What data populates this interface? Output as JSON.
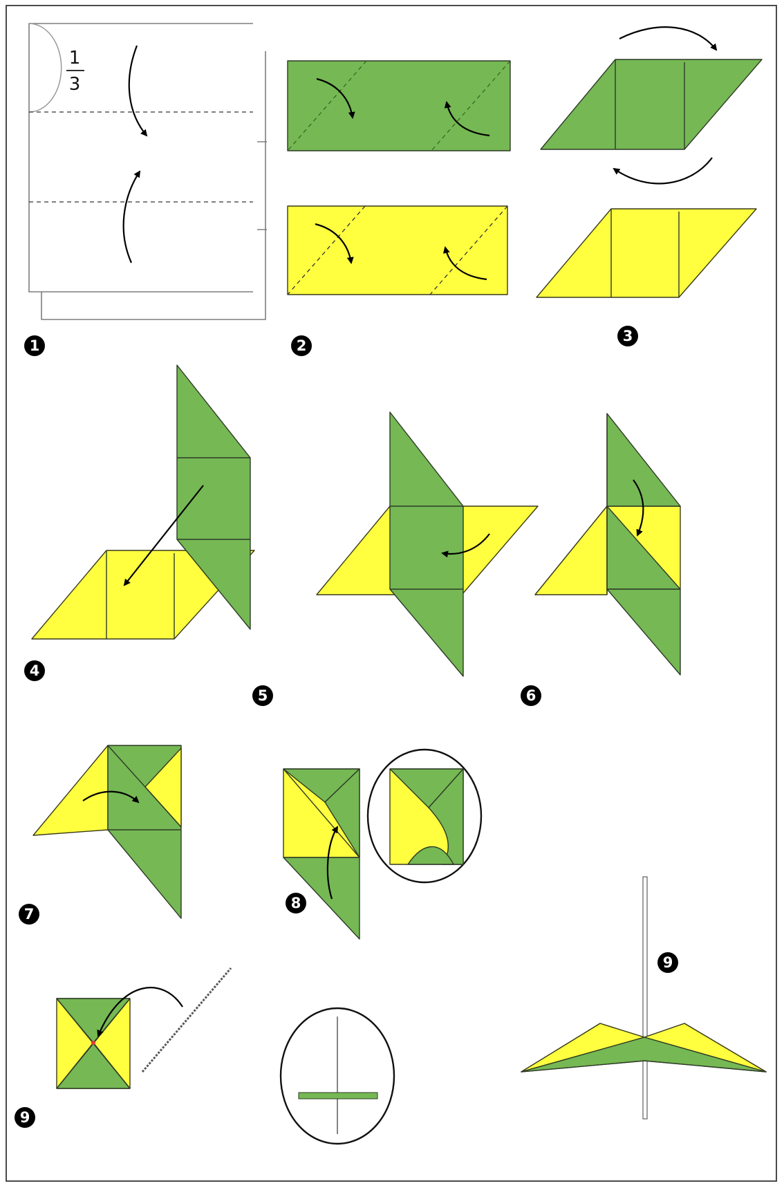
{
  "colors": {
    "paper_front": "#75b854",
    "paper_back": "#ffff40",
    "outline": "#2d3a26",
    "frame": "#4a4a4a"
  },
  "fraction": {
    "numerator": "1",
    "denominator": "3"
  },
  "steps": [
    {
      "id": "step-1",
      "label": "1"
    },
    {
      "id": "step-2",
      "label": "2"
    },
    {
      "id": "step-3",
      "label": "3"
    },
    {
      "id": "step-4",
      "label": "4"
    },
    {
      "id": "step-5",
      "label": "5"
    },
    {
      "id": "step-6",
      "label": "6"
    },
    {
      "id": "step-7",
      "label": "7"
    },
    {
      "id": "step-8",
      "label": "8"
    },
    {
      "id": "step-9a",
      "label": "9"
    },
    {
      "id": "step-9b",
      "label": "9"
    }
  ]
}
